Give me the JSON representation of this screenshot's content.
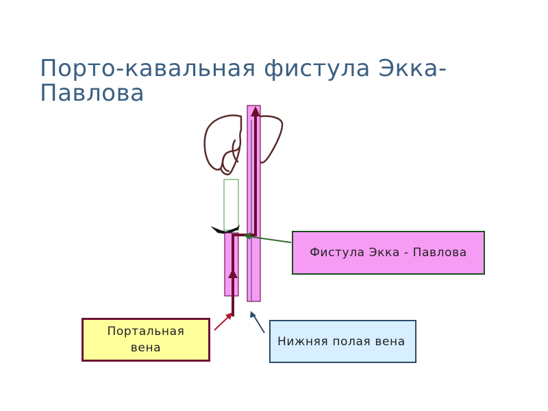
{
  "title": "Порто-кавальная фистула Экка-Павлова",
  "labels": {
    "fistula": "Фистула  Экка - Павлова",
    "portal_vein": "Портальная вена",
    "inferior_vena_cava": "Нижняя  полая вена"
  },
  "colors": {
    "title": "#3b5f82",
    "vessel_fill": "#f79cf5",
    "vessel_stroke": "#6b1a4d",
    "flow_arrow": "#6b0f2e",
    "liver_outline": "#5a2b2b",
    "fistula_box_fill": "#f79cf5",
    "fistula_box_border": "#1a4d1a",
    "portal_box_fill": "#ffff9c",
    "portal_box_border": "#6b1233",
    "cava_box_fill": "#d7efff",
    "cava_box_border": "#2c4a66",
    "fistula_pointer": "#2e6b2e",
    "portal_pointer": "#b0192b",
    "cava_pointer": "#2c4a66"
  }
}
